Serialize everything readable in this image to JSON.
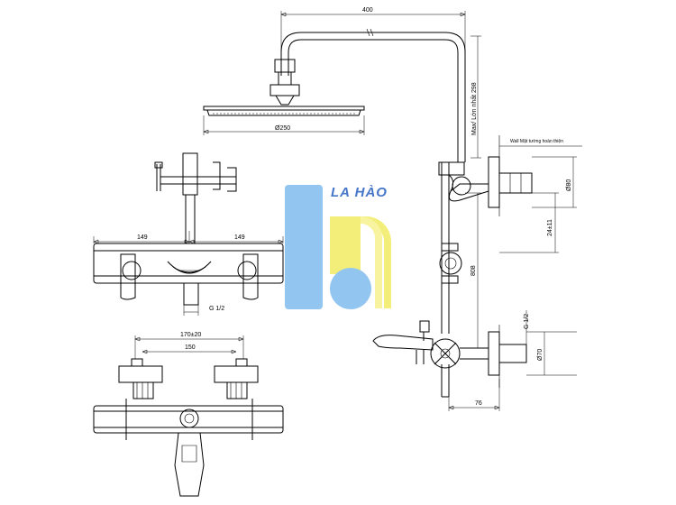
{
  "dimensions": {
    "d400": "400",
    "d250": "Ø250",
    "d298": "Max/ Lớn nhất 298",
    "d808": "808",
    "d24": "24±11",
    "d80": "Ø80",
    "d70": "Ø70",
    "d76": "76",
    "g12_right": "G 1/2",
    "g12_left": "G 1/2",
    "d149_left": "149",
    "d149_right": "149",
    "d170": "170±20",
    "d150": "150"
  },
  "annotations": {
    "wall": "Wall  Mặt tường hoàn thiện"
  },
  "watermark": {
    "text": "LA HÀO"
  },
  "colors": {
    "watermark_blue": "#8dc3f0",
    "watermark_yellow": "#f3ee73",
    "watermark_text": "#3d6fc7"
  }
}
